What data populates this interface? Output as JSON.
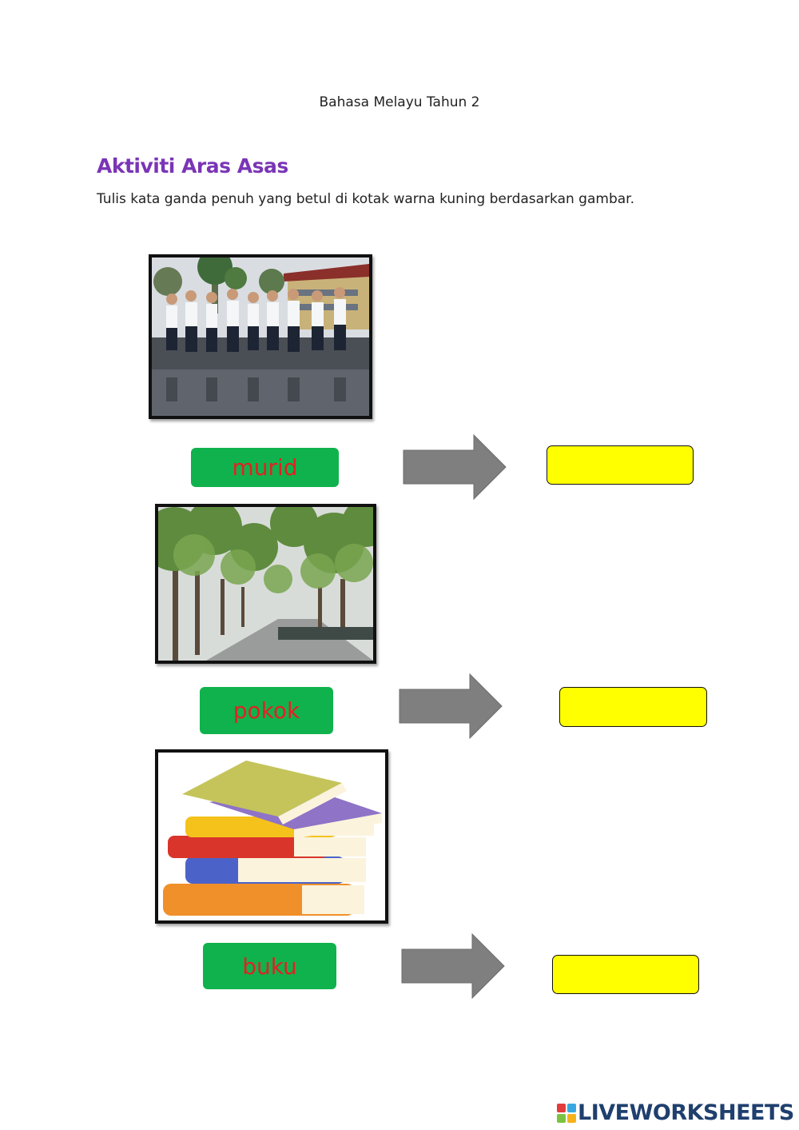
{
  "header": {
    "subject": "Bahasa Melayu Tahun 2"
  },
  "activity": {
    "title": "Aktiviti Aras Asas",
    "instruction": "Tulis kata ganda penuh yang betul di kotak warna kuning berdasarkan gambar."
  },
  "items": [
    {
      "word": "murid",
      "image": "school-children-photo",
      "answer": ""
    },
    {
      "word": "pokok",
      "image": "trees-road-photo",
      "answer": ""
    },
    {
      "word": "buku",
      "image": "book-stack-illustration",
      "answer": ""
    }
  ],
  "colors": {
    "title": "#7a35b6",
    "word_box": "#10b24d",
    "word_text": "#e02222",
    "answer_box": "#ffff00",
    "arrow": "#7f7f7f"
  },
  "footer": {
    "brand": "LIVEWORKSHEETS"
  }
}
